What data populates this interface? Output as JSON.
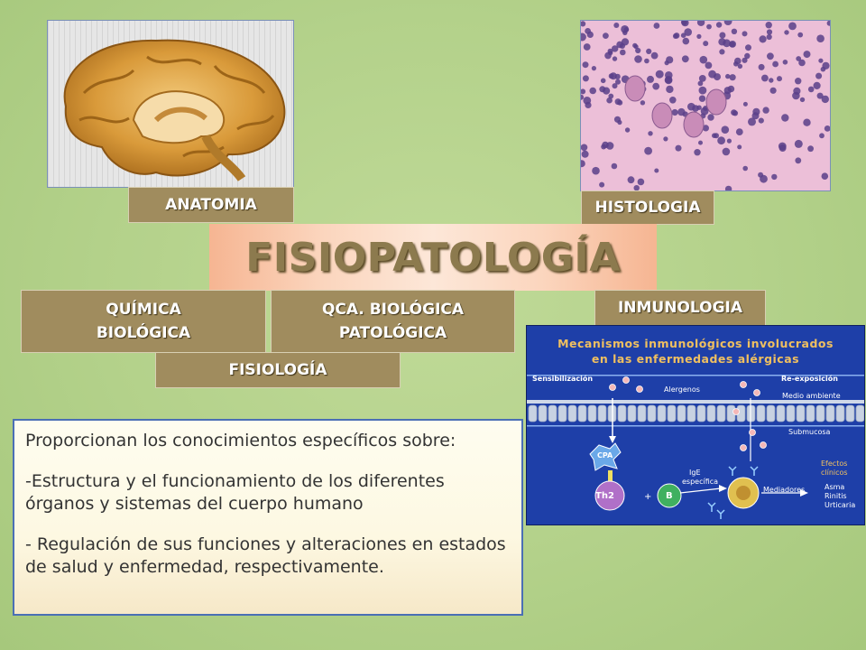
{
  "labels": {
    "anatomia": "ANATOMIA",
    "histologia": "HISTOLOGIA",
    "quimica_1": "QUÍMICA",
    "quimica_2": "BIOLÓGICA",
    "qca_1": "QCA. BIOLÓGICA",
    "qca_2": "PATOLÓGICA",
    "inmunologia": "INMUNOLOGIA",
    "fisiologia": "FISIOLOGÍA"
  },
  "title": "FISIOPATOLOGÍA",
  "body": {
    "p1": "Proporcionan los conocimientos específicos sobre:",
    "p2": "-Estructura y el funcionamiento de los  diferentes órganos y sistemas del cuerpo humano",
    "p3": "- Regulación de sus funciones y alteraciones en estados de salud y enfermedad, respectivamente."
  },
  "mechanism": {
    "title_1": "Mecanismos inmunológicos involucrados",
    "title_2": "en las enfermedades alérgicas",
    "sensibilizacion": "Sensibilización",
    "reexposicion": "Re-exposición",
    "alergenos": "Alergenos",
    "medio_ambiente": "Medio ambiente",
    "submucosa": "Submucosa",
    "cpa": "CPA",
    "th2": "Th2",
    "b": "B",
    "ige_1": "IgE",
    "ige_2": "específica",
    "mediadores": "Mediadores",
    "efectos_1": "Efectos",
    "efectos_2": "clínicos",
    "asma": "Asma",
    "rinitis": "Rinitis",
    "urticaria": "Urticaria"
  },
  "colors": {
    "background": "#b4d28c",
    "label_box": "#a08c5e",
    "title_text": "#8c7a4e",
    "panel_blue": "#1e3fa8",
    "textbox_border": "#4a6fb5"
  }
}
